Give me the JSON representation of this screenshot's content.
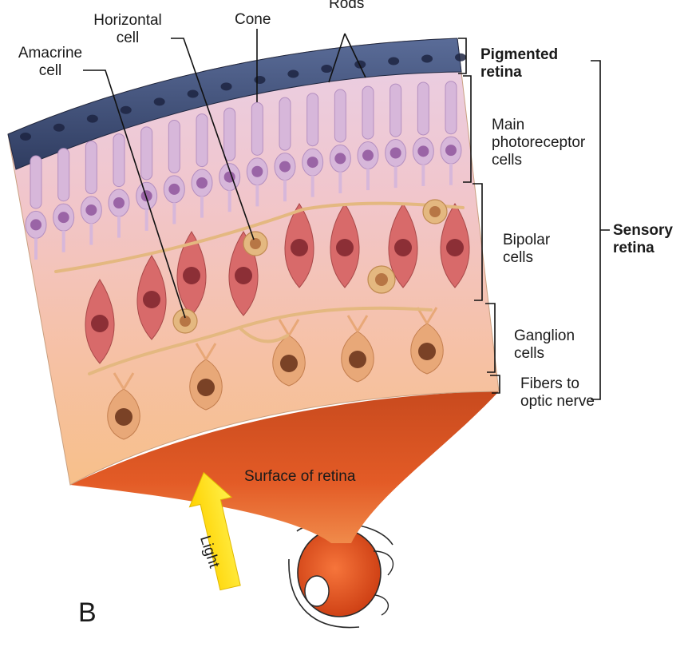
{
  "labels": {
    "amacrine": [
      "Amacrine",
      "cell"
    ],
    "horizontal": [
      "Horizontal",
      "cell"
    ],
    "cone": "Cone",
    "rods": "Rods",
    "pigmented": [
      "Pigmented",
      "retina"
    ],
    "photoreceptor": [
      "Main",
      "photoreceptor",
      "cells"
    ],
    "bipolar": [
      "Bipolar",
      "cells"
    ],
    "ganglion": [
      "Ganglion",
      "cells"
    ],
    "fibers": [
      "Fibers to",
      "optic nerve"
    ],
    "sensory": [
      "Sensory",
      "retina"
    ],
    "surface": "Surface of retina",
    "light": "Light",
    "panel": "B"
  },
  "colors": {
    "pigment_layer": "#3e4f7a",
    "photoreceptor": "#d7b7da",
    "photoreceptor_nucleus": "#9a64a6",
    "bipolar": "#d86a6a",
    "bipolar_nucleus": "#8c2f36",
    "ganglion": "#e8a878",
    "ganglion_nucleus": "#7a4226",
    "horizontal_amacrine": "#e4b880",
    "surface": "#e0582a",
    "light_arrow": "#ffe200"
  }
}
